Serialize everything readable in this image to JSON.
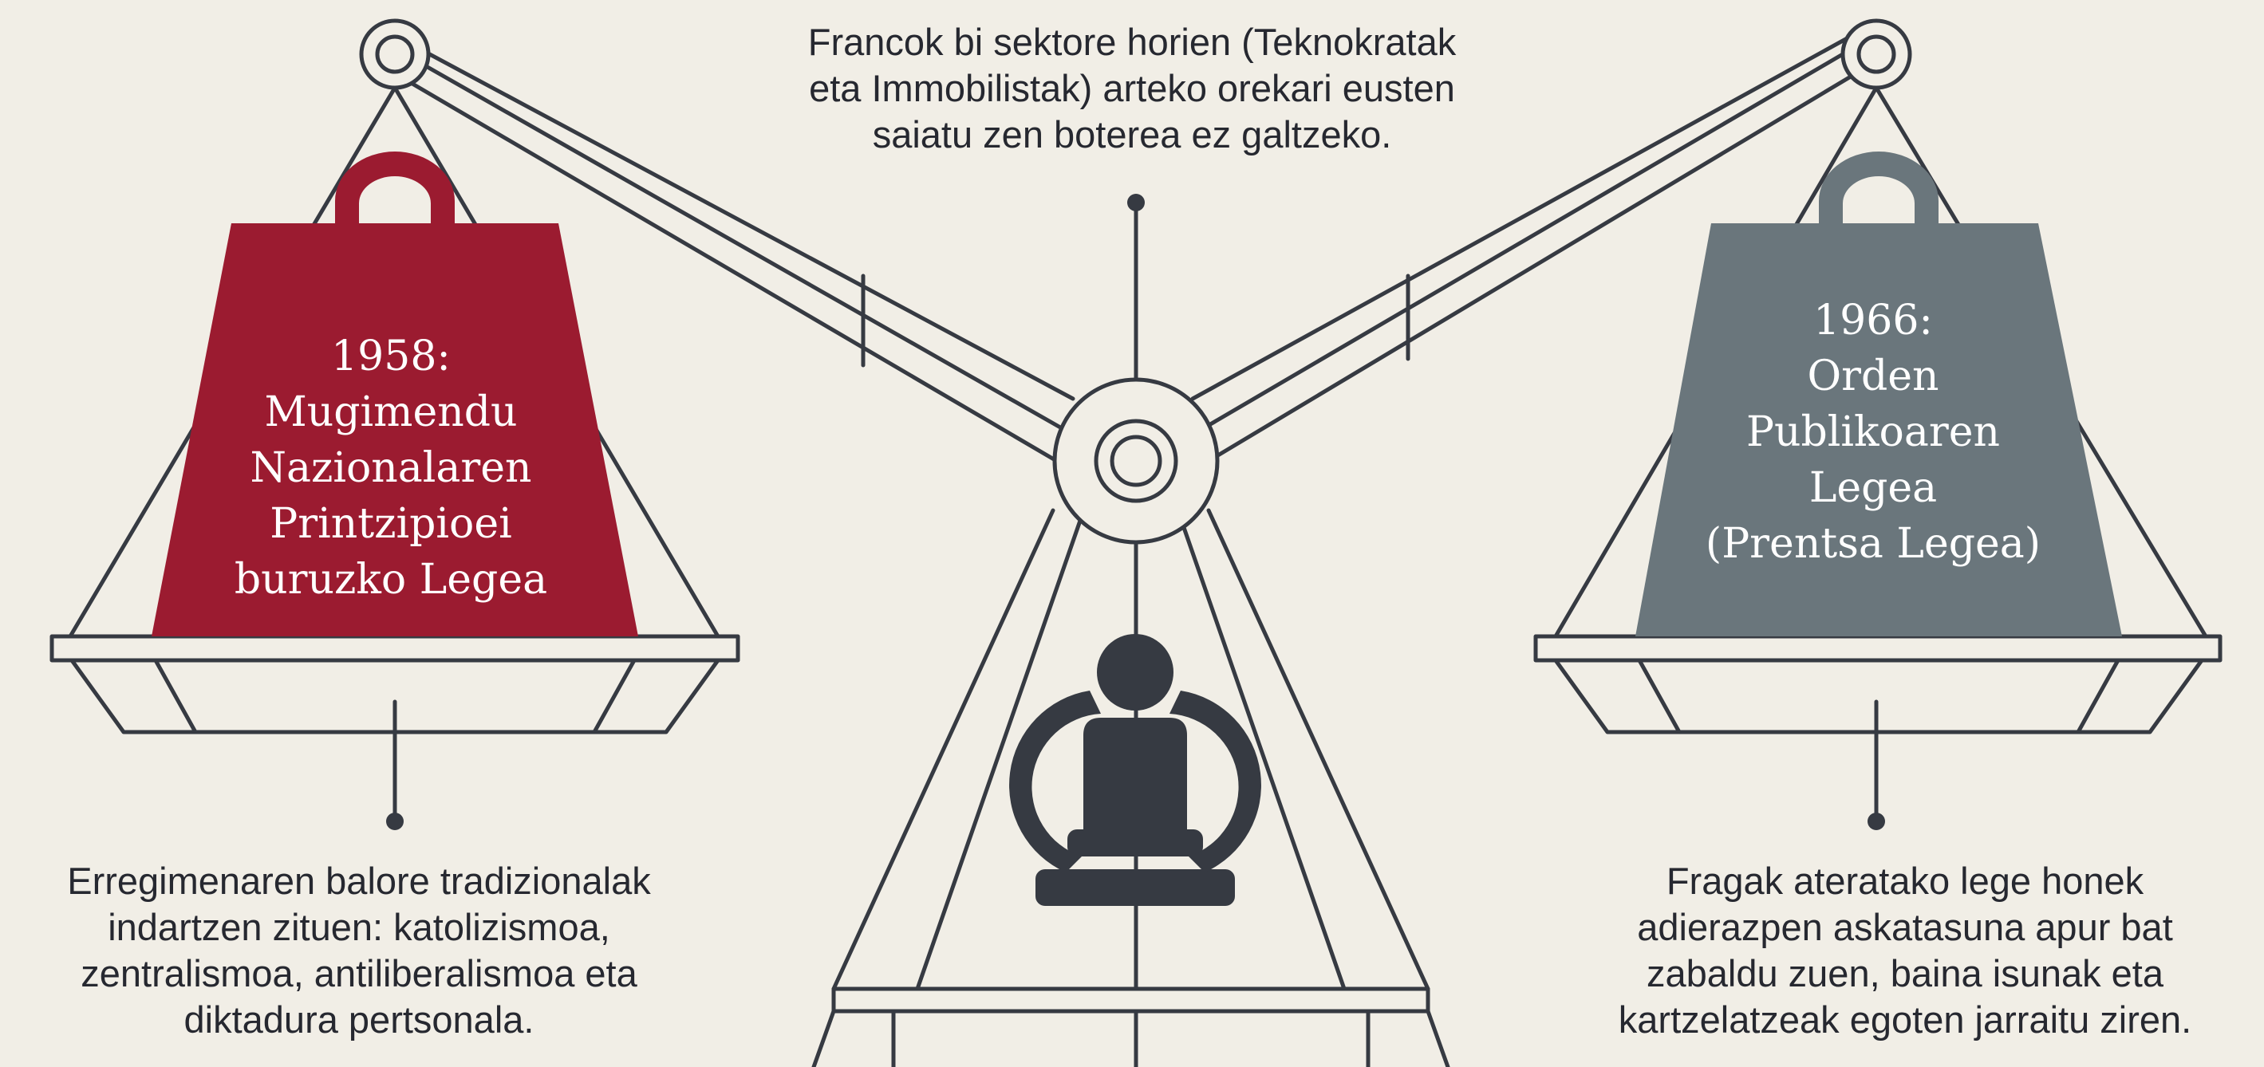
{
  "top_caption": {
    "lines": [
      "Francok bi sektore horien (Teknokratak",
      "eta Immobilistak) arteko orekari eusten",
      "saiatu zen boterea ez galtzeko."
    ]
  },
  "left_weight": {
    "lines": [
      "1958:",
      "Mugimendu",
      "Nazionalaren",
      "Printzipioei",
      "buruzko Legea"
    ],
    "color": "#9b1b30"
  },
  "right_weight": {
    "lines": [
      "1966:",
      "Orden",
      "Publikoaren",
      "Legea",
      "(Prentsa Legea)"
    ],
    "color": "#6a767c"
  },
  "left_caption": {
    "lines": [
      "Erregimenaren balore tradizionalak",
      "indartzen zituen: katolizismoa,",
      "zentralismoa, antiliberalismoa eta",
      "diktadura pertsonala."
    ]
  },
  "right_caption": {
    "lines": [
      "Fragak ateratako lege honek",
      "adierazpen askatasuna apur bat",
      "zabaldu zuen, baina isunak eta",
      "kartzelatzeak egoten jarraitu ziren."
    ]
  },
  "colors": {
    "background": "#f1eee6",
    "line": "#363a42",
    "figure": "#363a42"
  },
  "icons": {
    "center": "seated-figure-icon"
  }
}
